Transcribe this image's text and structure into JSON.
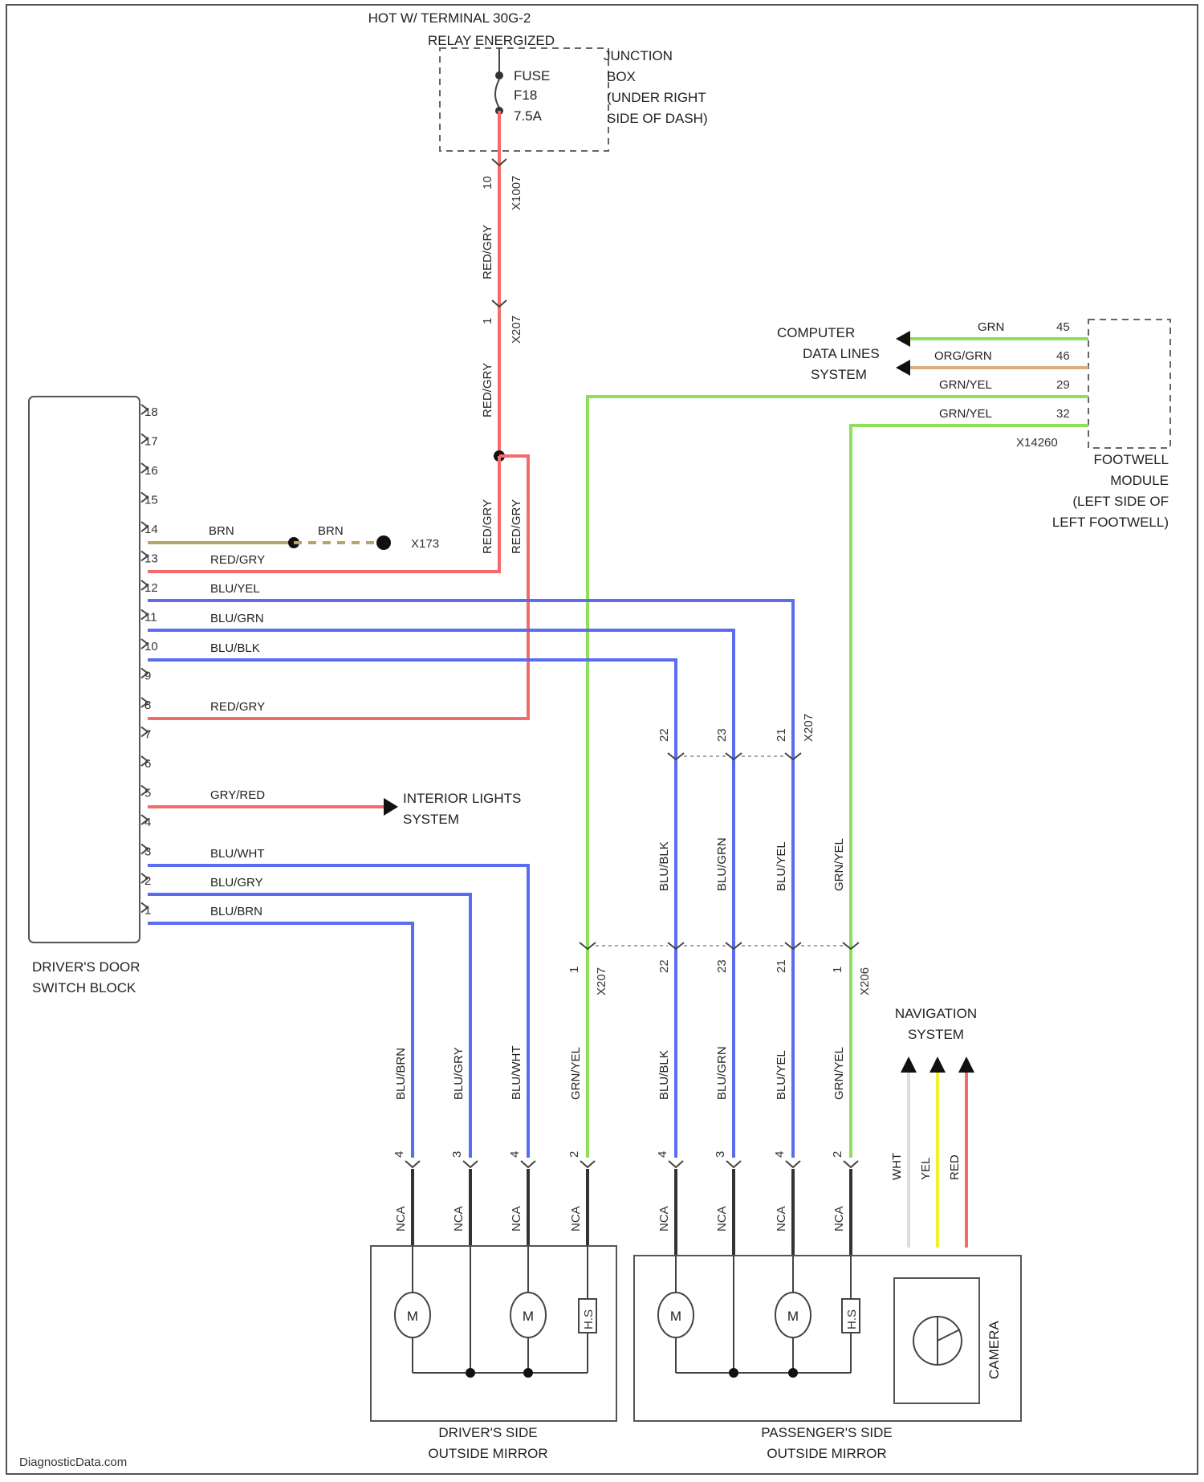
{
  "fuse_block": {
    "header_line1": "HOT W/ TERMINAL 30G-2",
    "header_line2": "RELAY ENERGIZED",
    "fuse_line1": "FUSE",
    "fuse_line2": "F18",
    "fuse_line3": "7.5A",
    "junction_line1": "JUNCTION",
    "junction_line2": "BOX",
    "junction_line3": "(UNDER RIGHT",
    "junction_line4": "SIDE OF DASH)",
    "pin_top": "10",
    "connector_top": "X1007",
    "pin_mid": "1",
    "connector_mid": "X207"
  },
  "footwell": {
    "dest1": "COMPUTER",
    "dest2": "DATA LINES",
    "dest3": "SYSTEM",
    "wire1": "GRN",
    "wire2": "ORG/GRN",
    "wire3": "GRN/YEL",
    "wire4": "GRN/YEL",
    "pin1": "45",
    "pin2": "46",
    "pin3": "29",
    "pin4": "32",
    "connector": "X14260",
    "label1": "FOOTWELL",
    "label2": "MODULE",
    "label3": "(LEFT SIDE OF",
    "label4": "LEFT FOOTWELL)"
  },
  "switch_block": {
    "pins": [
      "18",
      "17",
      "16",
      "15",
      "14",
      "13",
      "12",
      "11",
      "10",
      "9",
      "8",
      "7",
      "6",
      "5",
      "4",
      "3",
      "2",
      "1"
    ],
    "wire14": "BRN",
    "wire14b": "BRN",
    "ground_ref": "X173",
    "wire13": "RED/GRY",
    "wire12": "BLU/YEL",
    "wire11": "BLU/GRN",
    "wire10": "BLU/BLK",
    "wire8": "RED/GRY",
    "wire5": "GRY/RED",
    "interior1": "INTERIOR LIGHTS",
    "interior2": "SYSTEM",
    "wire3": "BLU/WHT",
    "wire2": "BLU/GRY",
    "wire1": "BLU/BRN",
    "label1": "DRIVER'S DOOR",
    "label2": "SWITCH BLOCK"
  },
  "riser": {
    "red1": "RED/GRY",
    "red2": "RED/GRY",
    "red3": "RED/GRY",
    "red4": "RED/GRY"
  },
  "mid_connector": {
    "upper_pins": [
      "22",
      "23",
      "21"
    ],
    "upper_conn": "X207",
    "lower_pins": [
      "1",
      "22",
      "23",
      "21",
      "1"
    ],
    "lower_conn1": "X207",
    "lower_conn2": "X206",
    "vwires": [
      "BLU/BLK",
      "BLU/GRN",
      "BLU/YEL",
      "GRN/YEL"
    ]
  },
  "mirror_wires": {
    "driver": [
      "BLU/BRN",
      "BLU/GRY",
      "BLU/WHT",
      "GRN/YEL"
    ],
    "passenger": [
      "BLU/BLK",
      "BLU/GRN",
      "BLU/YEL",
      "GRN/YEL"
    ],
    "pins": [
      "4",
      "3",
      "4",
      "2",
      "4",
      "3",
      "4",
      "2"
    ],
    "nca": "NCA",
    "motor": "M",
    "heater": "H.S",
    "heater2": "H.S"
  },
  "navigation": {
    "label1": "NAVIGATION",
    "label2": "SYSTEM",
    "wire1": "WHT",
    "wire2": "YEL",
    "wire3": "RED",
    "camera": "CAMERA"
  },
  "mirror_labels": {
    "driver1": "DRIVER'S SIDE",
    "driver2": "OUTSIDE MIRROR",
    "pass1": "PASSENGER'S SIDE",
    "pass2": "OUTSIDE MIRROR"
  },
  "watermark": "DiagnosticData.com",
  "colors": {
    "red": "#f36b6b",
    "green": "#8ee05a",
    "blue": "#5a6cf0",
    "brown": "#b9a46a",
    "yellow": "#f2ee30"
  }
}
